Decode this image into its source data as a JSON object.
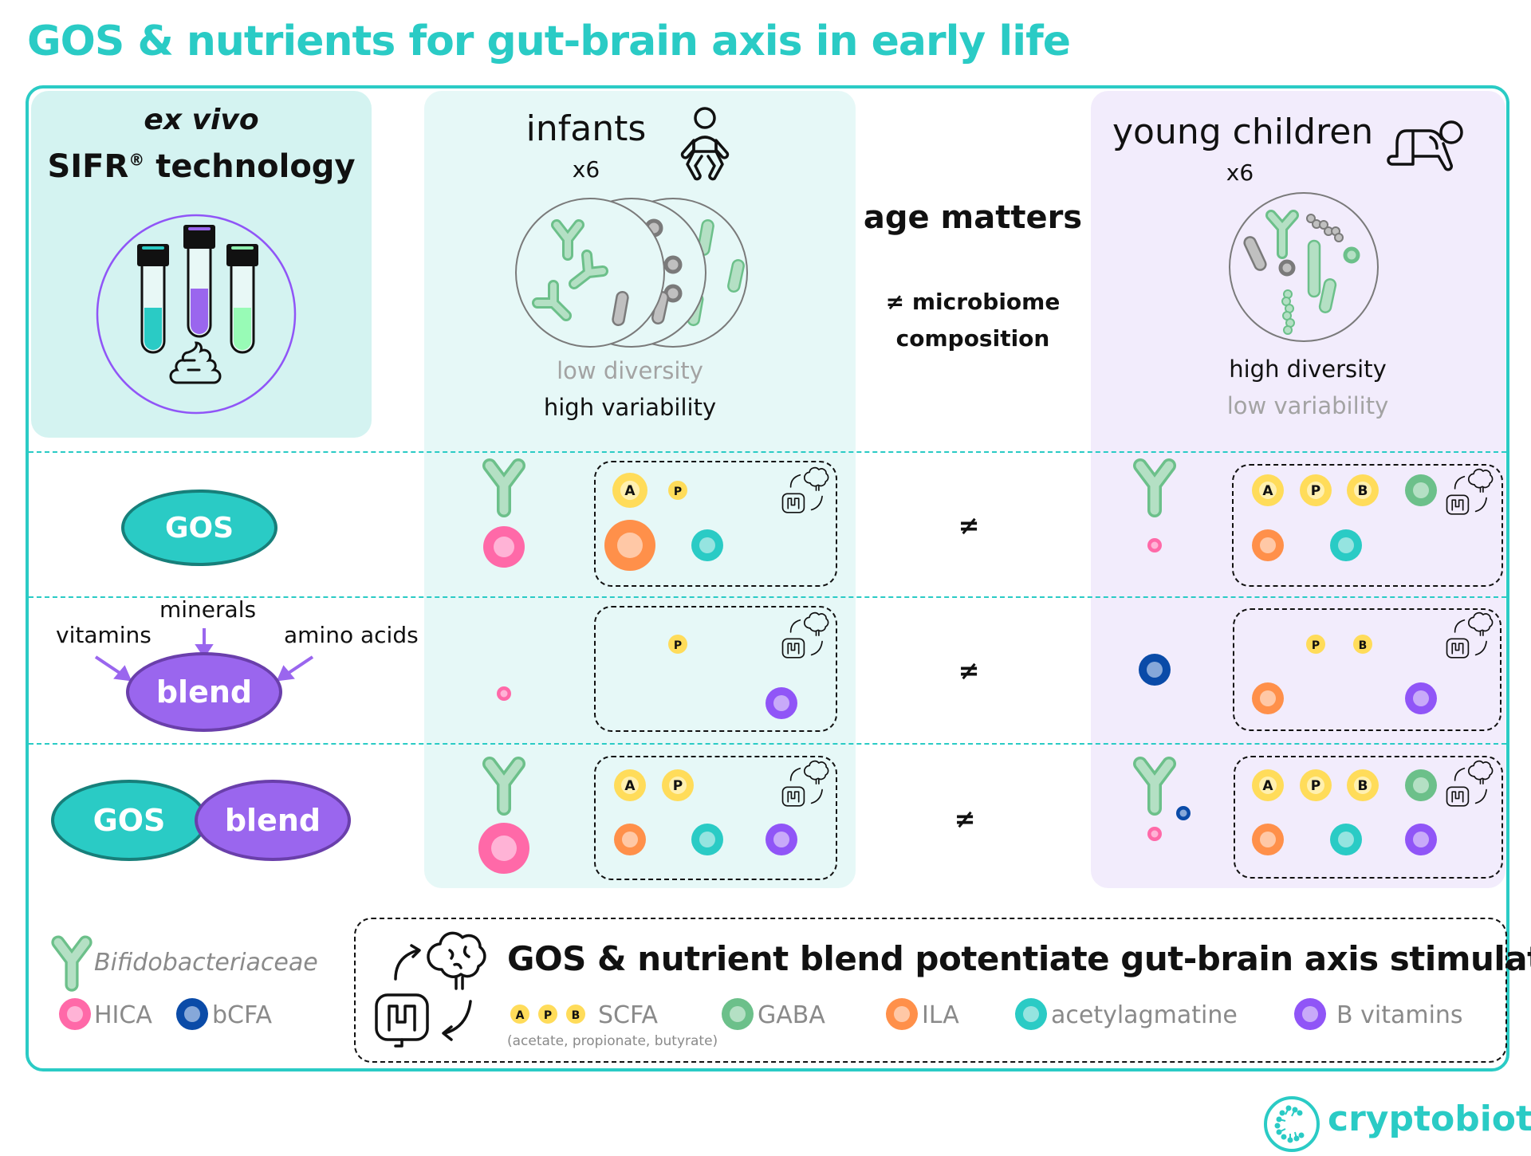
{
  "title": "GOS & nutrients for gut-brain axis in early life",
  "colors": {
    "brand": "#2acbc5",
    "hica": "#ff69a8",
    "bcfa": "#0a4ba8",
    "scfa": "#ffdc5a",
    "gaba": "#6cc08a",
    "ila": "#ff904a",
    "acetylagmatine": "#2acbc5",
    "b_vitamins": "#9055f7",
    "bifido": "#b4e0c4",
    "gos_fill": "#2acbc5",
    "blend_fill": "#9a66ee"
  },
  "sifr": {
    "line1": "ex vivo",
    "line2": "SIFR",
    "registered": "®",
    "line2_rest": " technology",
    "icons": [
      "test-tube-teal-icon",
      "test-tube-purple-icon",
      "test-tube-green-icon",
      "stool-icon"
    ]
  },
  "infants": {
    "title": "infants",
    "count": "x6",
    "icon": "baby-diaper-icon",
    "diversity": "low diversity",
    "variability": "high variability"
  },
  "middle": {
    "headline": "age matters",
    "sub_line1": "≠ microbiome",
    "sub_line2": "composition",
    "neq": "≠"
  },
  "young_children": {
    "title": "young children",
    "count": "x6",
    "icon": "crawling-child-icon",
    "diversity": "high diversity",
    "variability": "low variability"
  },
  "rows": [
    {
      "treatment": "GOS",
      "infants": {
        "bifido": true,
        "hica": "large",
        "scfa": [
          {
            "l": "A",
            "size": "large"
          },
          {
            "l": "P",
            "size": "small"
          }
        ],
        "ila": "xlarge",
        "acetylagmatine": "medium",
        "b_vitamins": null
      },
      "young": {
        "bifido": true,
        "hica": "small",
        "bcfa": null,
        "scfa": [
          {
            "l": "A",
            "size": "medium"
          },
          {
            "l": "P",
            "size": "medium"
          },
          {
            "l": "B",
            "size": "medium"
          }
        ],
        "gaba": "medium",
        "ila": "medium",
        "acetylagmatine": "medium",
        "b_vitamins": null
      }
    },
    {
      "treatment": "blend",
      "inputs": [
        "vitamins",
        "minerals",
        "amino acids"
      ],
      "infants": {
        "bifido": false,
        "hica": "small",
        "scfa": [
          {
            "l": "P",
            "size": "small"
          }
        ],
        "ila": null,
        "acetylagmatine": null,
        "b_vitamins": "medium"
      },
      "young": {
        "bifido": false,
        "hica": null,
        "bcfa": "medium",
        "scfa": [
          {
            "l": "P",
            "size": "small"
          },
          {
            "l": "B",
            "size": "small"
          }
        ],
        "gaba": null,
        "ila": "medium",
        "acetylagmatine": null,
        "b_vitamins": "medium"
      }
    },
    {
      "treatment": [
        "GOS",
        "blend"
      ],
      "infants": {
        "bifido": true,
        "hica": "xlarge",
        "scfa": [
          {
            "l": "A",
            "size": "medium"
          },
          {
            "l": "P",
            "size": "medium"
          }
        ],
        "ila": "medium",
        "acetylagmatine": "medium",
        "b_vitamins": "medium"
      },
      "young": {
        "bifido": true,
        "hica": "small",
        "bcfa": "small",
        "scfa": [
          {
            "l": "A",
            "size": "medium"
          },
          {
            "l": "P",
            "size": "medium"
          },
          {
            "l": "B",
            "size": "medium"
          }
        ],
        "gaba": "medium",
        "ila": "medium",
        "acetylagmatine": "medium",
        "b_vitamins": "medium"
      }
    }
  ],
  "legend": {
    "bifido": "Bifidobacteriaceae",
    "hica": "HICA",
    "bcfa": "bCFA",
    "scfa_letters": [
      "A",
      "P",
      "B"
    ],
    "scfa": "SCFA",
    "scfa_detail": "(acetate, propionate, butyrate)",
    "gaba": "GABA",
    "ila": "ILA",
    "acetylagmatine": "acetylagmatine",
    "b_vitamins": "B vitamins"
  },
  "conclusion": "GOS & nutrient blend potentiate gut-brain axis stimulation",
  "logo": {
    "text": "cryptobiotix",
    "icon": "cryptobiotix-logo-icon"
  }
}
